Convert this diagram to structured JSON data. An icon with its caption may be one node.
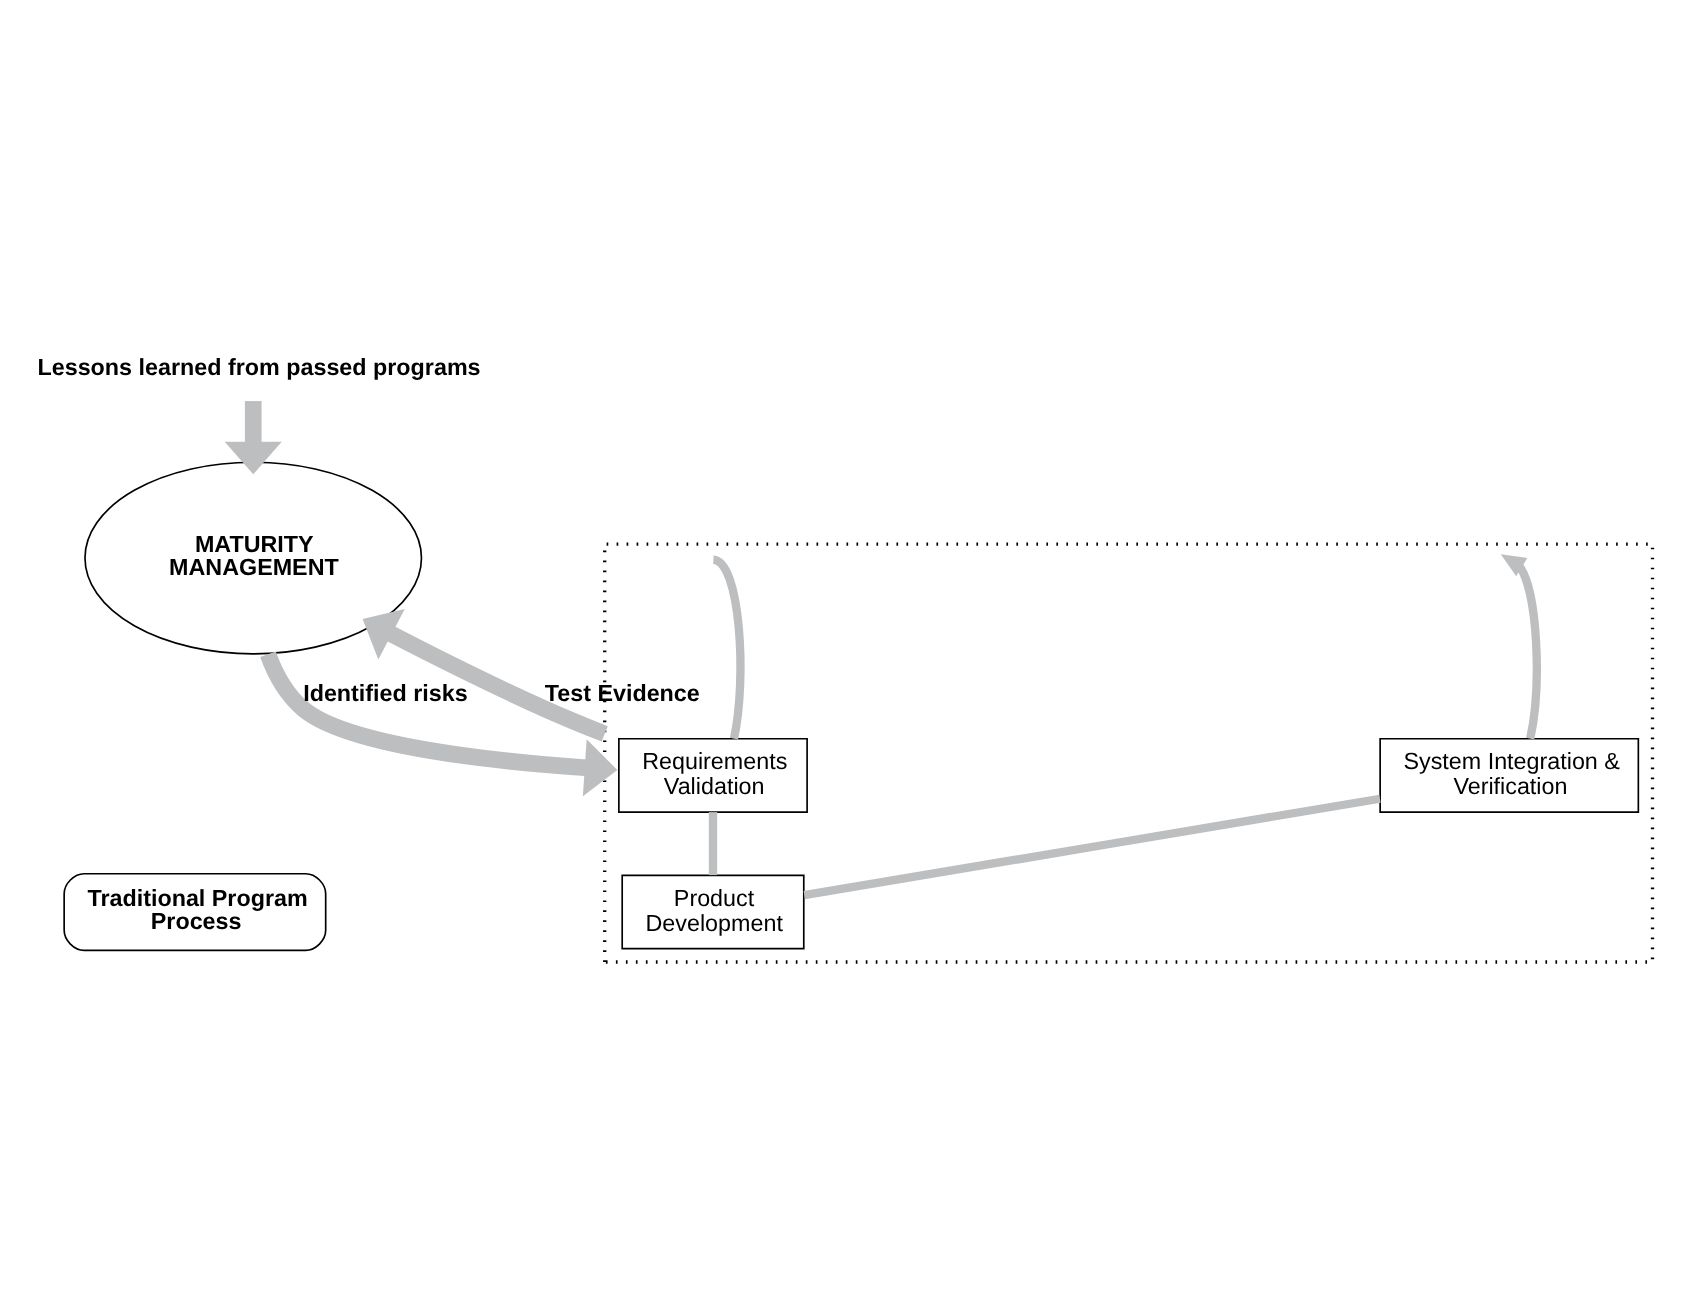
{
  "diagram": {
    "nodes": [
      {
        "text": [
          "Lessons learned from passed programs"
        ]
      },
      {
        "text": [
          "MATURITY MANAGEMENT"
        ]
      },
      {
        "text": [],
        "shape": "box"
      },
      {
        "text": [
          "Traditional Program Process"
        ]
      },
      {
        "text": [
          "Requirements Validation"
        ],
        "in": 2
      },
      {
        "text": [
          "System Integration & Verification"
        ],
        "in": 2
      },
      {
        "text": [
          "Product Development"
        ],
        "in": 2
      }
    ],
    "edges": [
      {
        "from": 0,
        "to": 1,
        "arrow": "to",
        "style": "thick"
      },
      {
        "from": 1,
        "to": 2,
        "arrow": "to",
        "style": "thick",
        "label": "Identified risks"
      },
      {
        "from": 2,
        "to": 1,
        "arrow": "to",
        "style": "thick",
        "label": "Test Evidence"
      },
      {
        "from": null,
        "to": 4,
        "arrow": "none"
      },
      {
        "from": 4,
        "to": 6,
        "arrow": "none"
      },
      {
        "from": 6,
        "to": 5,
        "arrow": "none"
      },
      {
        "from": 5,
        "to": null,
        "arrow": "to"
      }
    ]
  }
}
